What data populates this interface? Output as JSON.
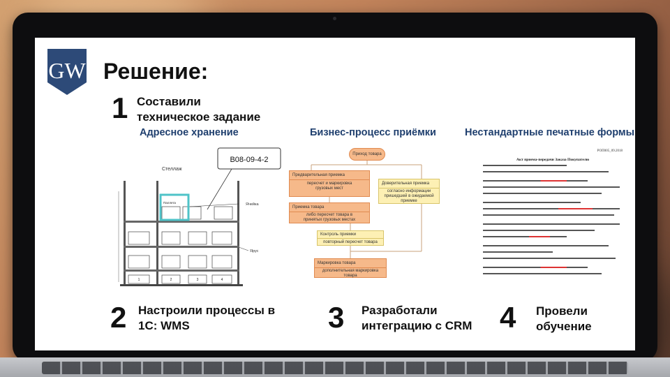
{
  "slide": {
    "title": "Решение:",
    "logo": {
      "letters": "GW"
    },
    "steps": [
      {
        "number": "1",
        "text_line1": "Составили",
        "text_line2": "техническое задание"
      },
      {
        "number": "2",
        "text_line1": "Настроили процессы в",
        "text_line2": "1С: WMS"
      },
      {
        "number": "3",
        "text_line1": "Разработали",
        "text_line2": "интеграцию с CRM"
      },
      {
        "number": "4",
        "text_line1": "Провели",
        "text_line2": "обучение"
      }
    ],
    "sections": {
      "address_storage": "Адресное хранение",
      "business_process": "Бизнес-процесс приёмки",
      "print_forms": "Нестандартные печатные формы"
    }
  },
  "rack_diagram": {
    "rack_label": "Стеллаж",
    "callout_code": "B08-09-4-2",
    "cell_label": "Ячейка",
    "level_label": "Ярус",
    "pallet_label": "Паллета",
    "bottom_numbers": [
      "1",
      "2",
      "3",
      "4"
    ]
  },
  "flowchart": {
    "start": "Приход товара",
    "step1_title": "Предварительная приемка",
    "step1_body": "пересчет и маркировка грузовых мест",
    "branch_title": "Доверительная приемка",
    "branch_body": "согласно информации пришедшей в ожидаемой приемке",
    "step2_title": "Приемка товара",
    "step2_body": "либо пересчет товара в принятых грузовых местах",
    "step3_title": "Контроль приемки",
    "step3_body": "повторный пересчет товара",
    "step4_title": "Маркировка товара",
    "step4_body": "дополнительная маркировка товара"
  },
  "print_form": {
    "code": "РОП005_09.2018",
    "title": "Акт приема-передачи Заказа Покупателю"
  },
  "colors": {
    "heading": "#111111",
    "section_title": "#1f3f6e",
    "logo_bg": "#2d4a78",
    "flow_orange": "#f6b98a",
    "flow_yellow": "#fdf0b4",
    "callout": "#4fc3c8"
  }
}
